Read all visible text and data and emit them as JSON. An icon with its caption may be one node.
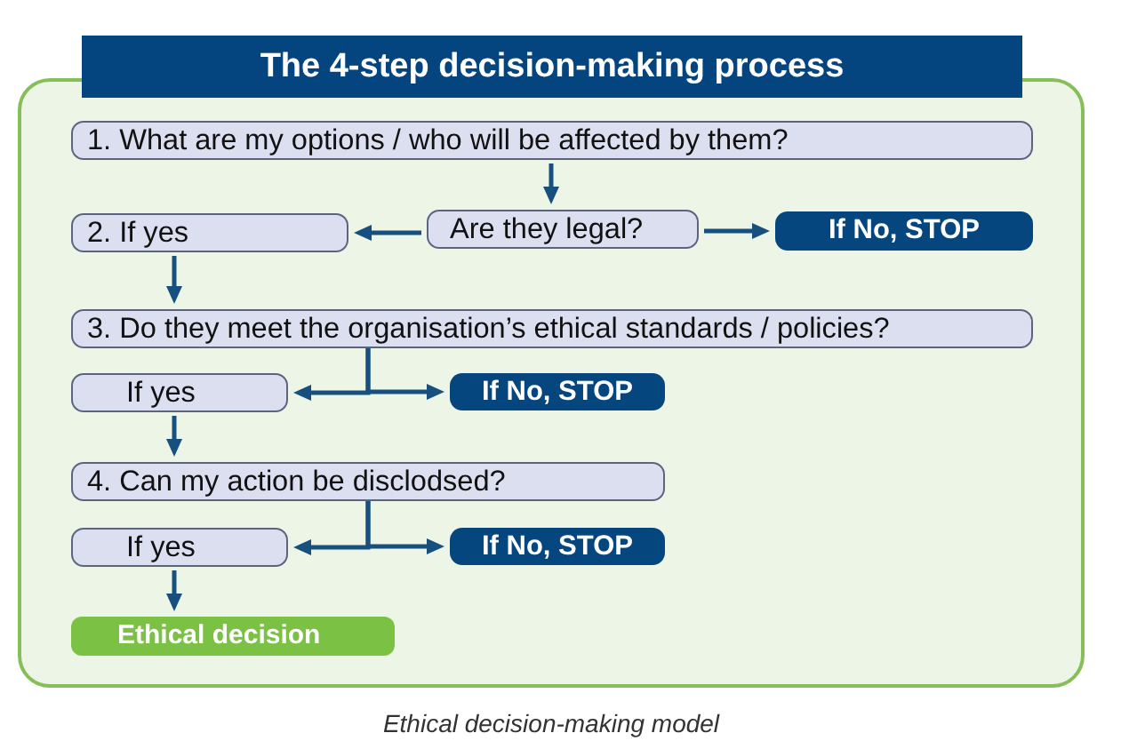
{
  "diagram": {
    "title": "The 4-step decision-making process",
    "caption": "Ethical decision-making model",
    "nodes": [
      {
        "text": [],
        "shape": "box"
      },
      {
        "text": [
          "1. What are my options / who will be affected by them?"
        ],
        "in": 0
      },
      {
        "text": [
          "2. If yes"
        ],
        "in": 0
      },
      {
        "text": [
          "Are they legal?"
        ],
        "in": 0
      },
      {
        "text": [
          "If No, STOP"
        ],
        "in": 0
      },
      {
        "text": [
          "3. Do they meet the organisation’s ethical standards / policies?"
        ],
        "in": 0
      },
      {
        "text": [
          "If yes"
        ],
        "in": 0
      },
      {
        "text": [
          "If No, STOP"
        ],
        "in": 0
      },
      {
        "text": [
          "4. Can my action be disclodsed?"
        ],
        "in": 0
      },
      {
        "text": [
          "If yes"
        ],
        "in": 0
      },
      {
        "text": [
          "If No, STOP"
        ],
        "in": 0
      },
      {
        "text": [
          "Ethical decision"
        ],
        "in": 0
      }
    ],
    "edges": [
      {
        "from": 1,
        "to": 3,
        "arrow": "to"
      },
      {
        "from": 3,
        "to": 2,
        "arrow": "to"
      },
      {
        "from": 3,
        "to": 4,
        "arrow": "to"
      },
      {
        "from": 2,
        "to": 5,
        "arrow": "to"
      },
      {
        "from": 5,
        "to": 6,
        "arrow": "to"
      },
      {
        "from": 5,
        "to": 7,
        "arrow": "to"
      },
      {
        "from": 6,
        "to": 8,
        "arrow": "to"
      },
      {
        "from": 8,
        "to": 9,
        "arrow": "to"
      },
      {
        "from": 8,
        "to": 10,
        "arrow": "to"
      },
      {
        "from": 9,
        "to": 11,
        "arrow": "to"
      }
    ]
  }
}
